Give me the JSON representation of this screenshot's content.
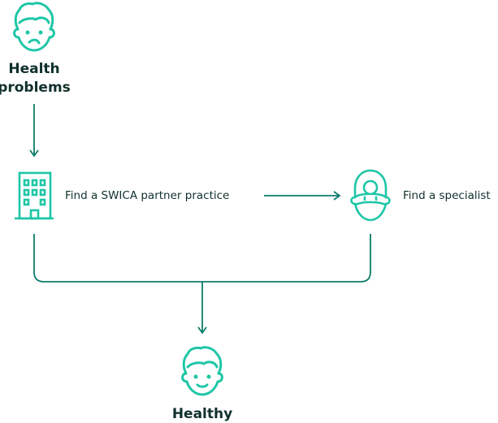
{
  "nodes": {
    "start": {
      "label_line1": "Health",
      "label_line2": "problems",
      "icon": "sad-face-icon"
    },
    "partner": {
      "label": "Find a SWICA partner practice",
      "icon": "building-icon"
    },
    "specialist": {
      "label": "Find a specialist",
      "icon": "doctor-icon"
    },
    "end": {
      "label": "Healthy",
      "icon": "happy-face-icon"
    }
  },
  "colors": {
    "icon": "#1dc6a6",
    "line": "#0e7c6c",
    "text": "#10302b"
  }
}
